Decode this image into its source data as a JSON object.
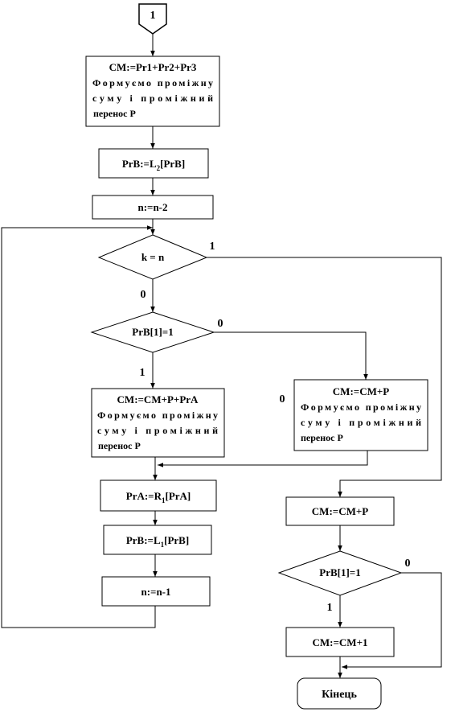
{
  "connector": {
    "label": "1"
  },
  "block1": {
    "title": "СМ:=Pr1+Pr2+Pr3",
    "lines": [
      "Формуємо проміжну",
      "суму і проміжний",
      "перенос Р"
    ]
  },
  "block2": {
    "pre": "PrB:=L",
    "sub": "2",
    "post": "[PrB]"
  },
  "block3": {
    "text": "n:=n-2"
  },
  "decision1": {
    "text": "k = n",
    "yes": "1",
    "no": "0"
  },
  "decision2": {
    "text": "PrB[1]=1",
    "yes": "1",
    "no": "0"
  },
  "block4": {
    "title": "СМ:=СМ+Р+PrА",
    "lines": [
      "Формуємо проміжну",
      "суму і проміжний",
      "перенос Р"
    ]
  },
  "block5": {
    "title": "СМ:=СМ+Р",
    "lines": [
      "Формуємо проміжну",
      "суму і проміжний",
      "перенос Р"
    ],
    "side_label": "0"
  },
  "block6": {
    "pre": "PrA:=R",
    "sub": "1",
    "post": "[PrA]"
  },
  "block7": {
    "pre": "PrB:=L",
    "sub": "1",
    "post": "[PrB]"
  },
  "block8": {
    "text": "n:=n-1"
  },
  "block9": {
    "text": "СМ:=СМ+Р"
  },
  "decision3": {
    "text": "PrB[1]=1",
    "yes": "1",
    "no": "0"
  },
  "block10": {
    "text": "СМ:=СМ+1"
  },
  "terminal": {
    "text": "Кінець"
  }
}
